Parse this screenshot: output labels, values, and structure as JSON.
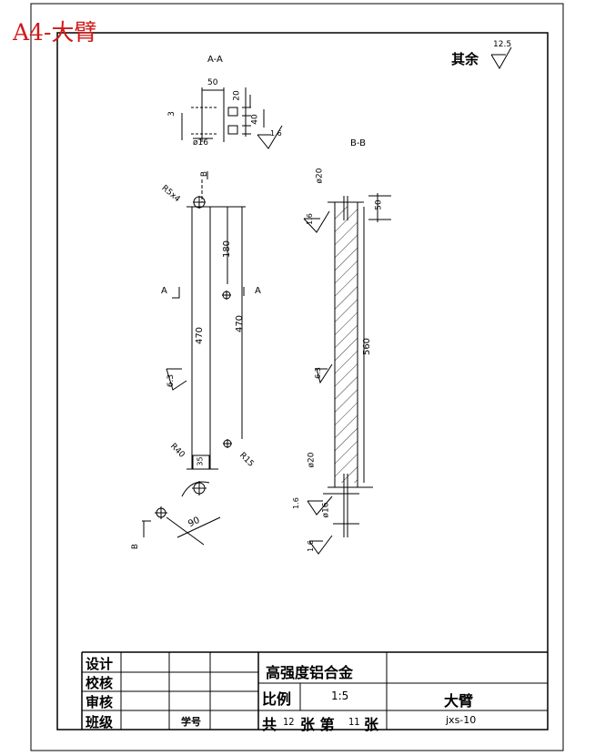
{
  "corner_title": "A4-大臂",
  "roughness_rest_label": "其余",
  "roughness_rest_value": "12.5",
  "views": {
    "section_aa": {
      "title": "A-A",
      "dims": {
        "width": "50",
        "h1": "20",
        "h2": "40",
        "small": "3",
        "dia": "ø16",
        "rough": "1.6"
      }
    },
    "front": {
      "b_mark": "B",
      "a_mark": "A",
      "chamfer": "R5x4",
      "len_180": "180",
      "len_470_a": "470",
      "len_470_b": "470",
      "rough": "6.3",
      "r40": "R40",
      "r15": "R15",
      "w35": "35",
      "angle_90": "90"
    },
    "section_bb": {
      "title": "B-B",
      "dia_top": "ø20",
      "dim_50": "50",
      "dim_560": "560",
      "rough_top": "1.6",
      "rough_mid": "6.3",
      "dia_bottom": "ø20",
      "dia_16": "ø16",
      "rough_b1": "1.6",
      "rough_b2": "1.6"
    }
  },
  "title_block": {
    "rows": [
      "设计",
      "校核",
      "审核",
      "班级"
    ],
    "student_no_label": "学号",
    "material": "高强度铝合金",
    "scale_label": "比例",
    "scale_value": "1:5",
    "total_prefix": "共",
    "total_count": "12",
    "sheet_label": "张 第",
    "sheet_no": "11",
    "sheet_suffix": "张",
    "part_name": "大臂",
    "drawing_no": "jxs-10"
  }
}
